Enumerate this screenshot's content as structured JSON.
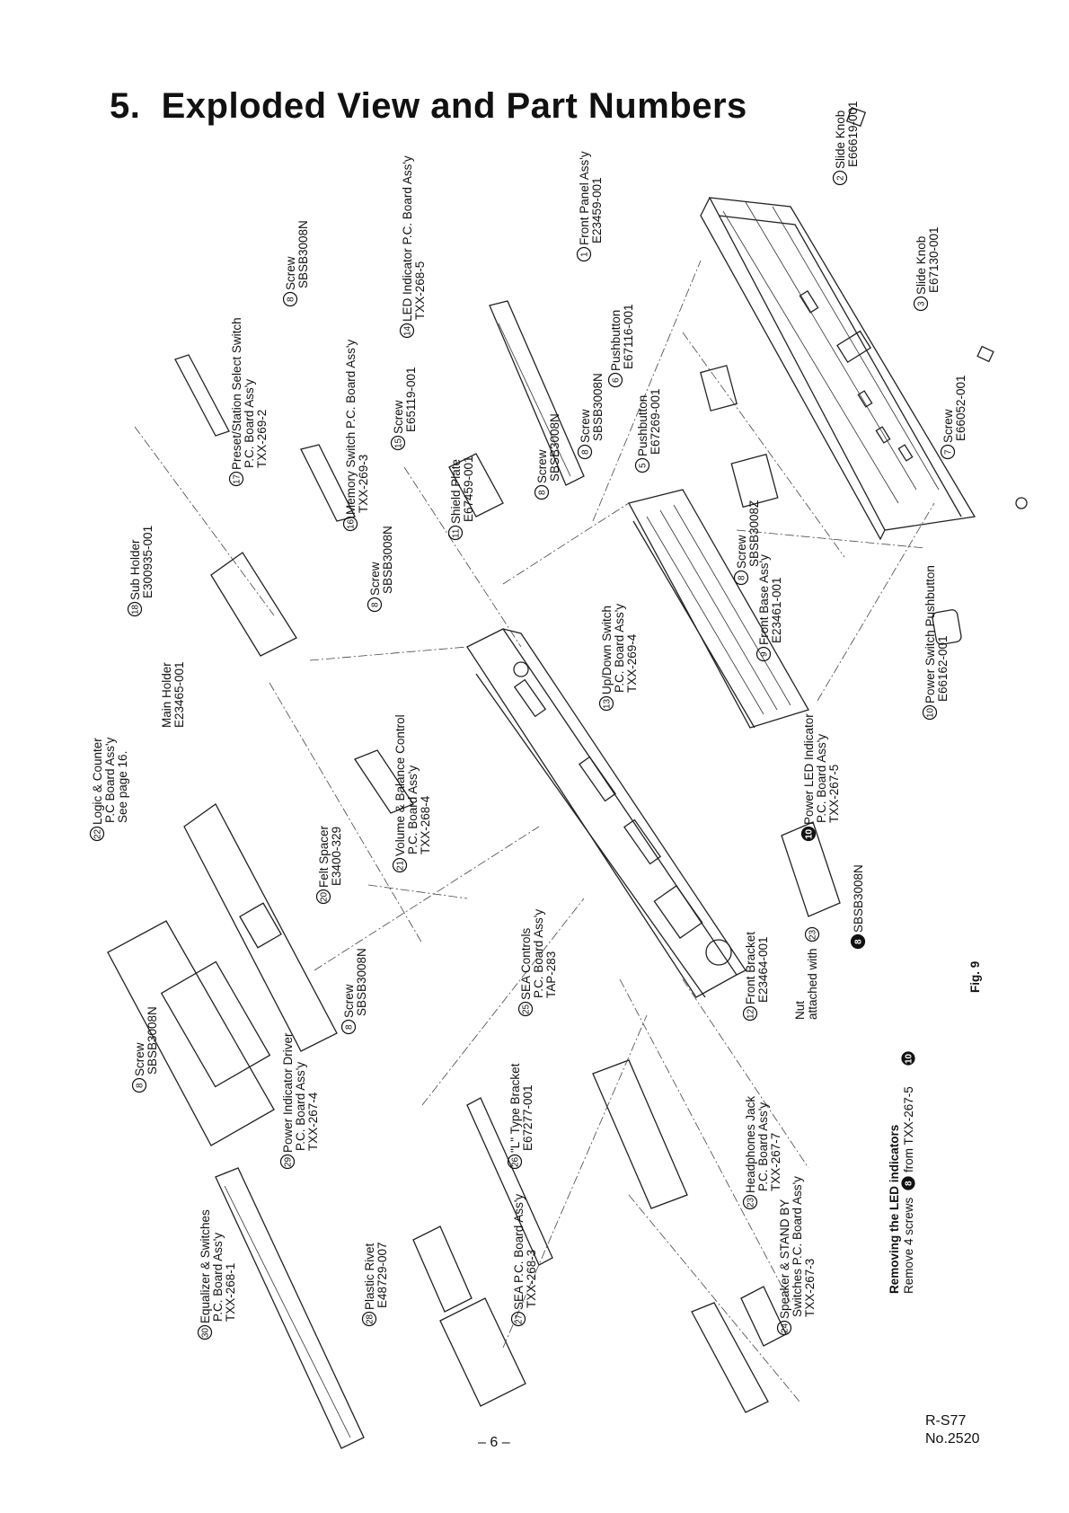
{
  "page": {
    "section_number": "5.",
    "title": "Exploded View and Part Numbers",
    "fig_label": "Fig. 9",
    "page_number": "– 6 –",
    "model": "R-S77",
    "doc_no": "No.2520"
  },
  "note": {
    "heading": "Removing the LED indicators",
    "line_prefix": "Remove  4 screws",
    "line_mid": "from  TXX-267-5",
    "ref_a": "8",
    "ref_b": "10"
  },
  "parts": {
    "p1": {
      "num": "1",
      "lines": [
        "Front Panel Ass'y",
        "E23459-001"
      ]
    },
    "p2": {
      "num": "2",
      "lines": [
        "Slide Knob",
        "E66619-001"
      ]
    },
    "p3": {
      "num": "3",
      "lines": [
        "Slide Knob",
        "E67130-001"
      ]
    },
    "p5": {
      "num": "5",
      "lines": [
        "Pushbutton",
        "E67269-001"
      ]
    },
    "p6": {
      "num": "6",
      "lines": [
        "Pushbutton",
        "E67116-001"
      ]
    },
    "p7": {
      "num": "7",
      "lines": [
        "Screw",
        "E66052-001"
      ]
    },
    "p8a": {
      "num": "8",
      "lines": [
        "Screw",
        "SBSB3008Z"
      ]
    },
    "p9": {
      "num": "9",
      "lines": [
        "Front Base Ass'y",
        "E23461-001"
      ]
    },
    "p10": {
      "num": "10",
      "lines": [
        "Power Switch Pushbutton",
        "E66162-001"
      ]
    },
    "p11": {
      "num": "11",
      "lines": [
        "Shield Plate",
        "E67459-001"
      ]
    },
    "p12": {
      "num": "12",
      "lines": [
        "Front Bracket",
        "E23464-001"
      ]
    },
    "p13": {
      "num": "13",
      "lines": [
        "Up/Down Switch",
        "P.C. Board Ass'y",
        "TXX-269-4"
      ]
    },
    "p14": {
      "num": "14",
      "lines": [
        "LED Indicator P.C. Board Ass'y",
        "TXX-268-5"
      ]
    },
    "p15": {
      "num": "15",
      "lines": [
        "Screw",
        "E65119-001"
      ]
    },
    "p16": {
      "num": "16",
      "lines": [
        "Memory Switch P.C. Board Ass'y",
        "TXX-269-3"
      ]
    },
    "p17": {
      "num": "17",
      "lines": [
        "Preset/Station Select Switch",
        "P.C. Board Ass'y",
        "TXX-269-2"
      ]
    },
    "p18": {
      "num": "18",
      "lines": [
        "Sub Holder",
        "E300935-001"
      ]
    },
    "p20": {
      "num": "20",
      "lines": [
        "Felt Spacer",
        "E3400-329"
      ]
    },
    "p21": {
      "num": "21",
      "lines": [
        "Volume & Balance Control",
        "P.C. Board Ass'y",
        "TXX-268-4"
      ]
    },
    "p22": {
      "num": "22",
      "lines": [
        "Logic & Counter",
        "P.C Board Ass'y",
        "See page 16."
      ]
    },
    "p23": {
      "num": "23",
      "lines": [
        "Headphones Jack",
        "P.C. Board Ass'y",
        "TXX-267-7"
      ]
    },
    "p24": {
      "num": "24",
      "lines": [
        "Speaker & STAND BY",
        "Switches P.C. Board Ass'y",
        "TXX-267-3"
      ]
    },
    "p25": {
      "num": "25",
      "lines": [
        "SEA Controls",
        "P.C. Board Ass'y",
        "TAP-283"
      ]
    },
    "p26": {
      "num": "26",
      "lines": [
        "\"L\" Type Bracket",
        "E67277-001"
      ]
    },
    "p27": {
      "num": "27",
      "lines": [
        "SEA P.C. Board Ass'y",
        "TXX-268-3"
      ]
    },
    "p28": {
      "num": "28",
      "lines": [
        "Plastic Rivet",
        "E48729-007"
      ]
    },
    "p29": {
      "num": "29",
      "lines": [
        "Power Indicator Driver",
        "P.C. Board Ass'y",
        "TXX-267-4"
      ]
    },
    "p30": {
      "num": "30",
      "lines": [
        "Equalizer & Switches",
        "P.C. Board Ass'y",
        "TXX-268-1"
      ]
    },
    "p10b": {
      "num": "10",
      "lines": [
        "Power LED Indicator",
        "P.C. Board Ass'y",
        "TXX-267-5"
      ]
    },
    "s8_a": {
      "num": "8",
      "lines": [
        "Screw",
        "SBSB3008N"
      ]
    },
    "s8_b": {
      "num": "8",
      "lines": [
        "Screw",
        "SBSB3008N"
      ]
    },
    "s8_c": {
      "num": "8",
      "lines": [
        "Screw",
        "SBSB3008N"
      ]
    },
    "s8_d": {
      "num": "8",
      "lines": [
        "Screw",
        "SBSB3008N"
      ]
    },
    "s8_e": {
      "num": "8",
      "lines": [
        "Screw",
        "SBSB3008N"
      ]
    },
    "s8_f": {
      "num": "8",
      "lines": [
        "Screw",
        "SBSB3008N"
      ]
    },
    "s8_g": {
      "num": "8",
      "lines": [
        "Screw",
        "SBSB3008N"
      ]
    },
    "s8_h": {
      "num": "8",
      "lines": [
        "SBSB3008N"
      ]
    },
    "main_holder": {
      "lines": [
        "Main Holder",
        "E23465-001"
      ]
    },
    "nut": {
      "lines": [
        "Nut",
        "attached with"
      ],
      "ref": "23"
    }
  }
}
